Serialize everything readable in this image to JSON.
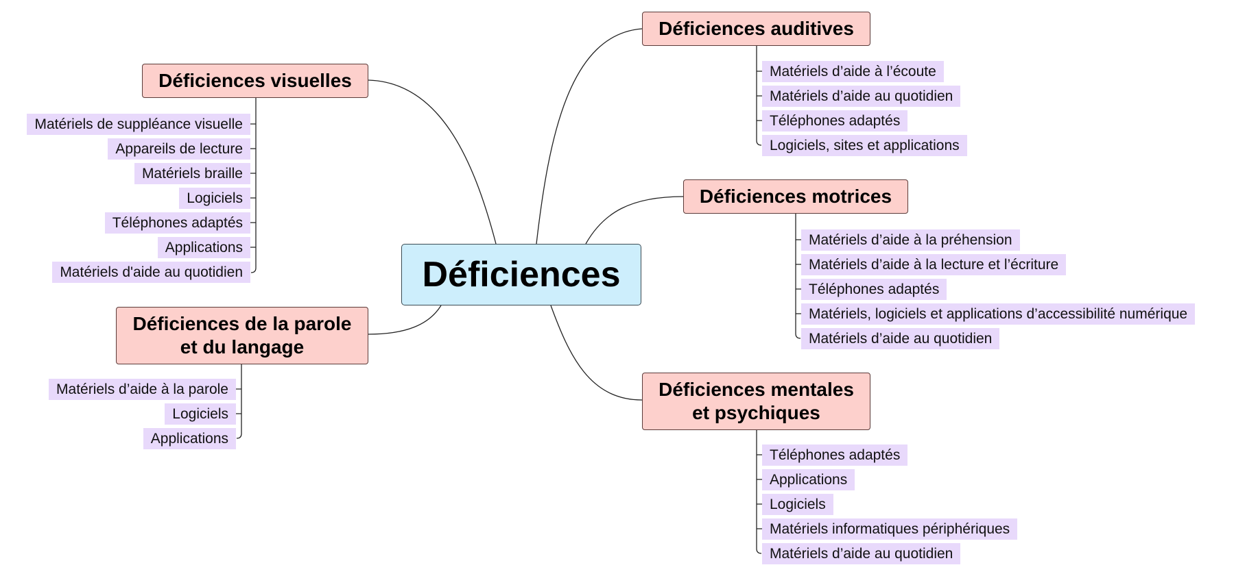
{
  "center": {
    "label": "Déficiences"
  },
  "branches": {
    "auditives": {
      "label": "Déficiences auditives",
      "items": [
        "Matériels d’aide à l’écoute",
        "Matériels d’aide au quotidien",
        "Téléphones adaptés",
        "Logiciels, sites et applications"
      ]
    },
    "visuelles": {
      "label": "Déficiences visuelles",
      "items": [
        "Matériels de suppléance visuelle",
        "Appareils de lecture",
        "Matériels braille",
        "Logiciels",
        "Téléphones adaptés",
        "Applications",
        "Matériels d'aide au quotidien"
      ]
    },
    "motrices": {
      "label": "Déficiences motrices",
      "items": [
        "Matériels d’aide à la préhension",
        "Matériels d’aide à la lecture et l’écriture",
        "Téléphones adaptés",
        "Matériels, logiciels et applications d’accessibilité numérique",
        "Matériels d’aide au quotidien"
      ]
    },
    "parole": {
      "line1": "Déficiences de la parole",
      "line2": "et du langage",
      "items": [
        "Matériels d’aide à la parole",
        "Logiciels",
        "Applications"
      ]
    },
    "mentales": {
      "line1": "Déficiences mentales",
      "line2": "et psychiques",
      "items": [
        "Téléphones adaptés",
        "Applications",
        "Logiciels",
        "Matériels informatiques périphériques",
        "Matériels d’aide au quotidien"
      ]
    }
  }
}
